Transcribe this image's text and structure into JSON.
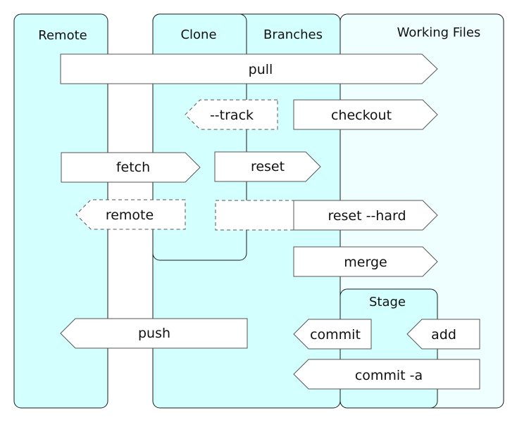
{
  "colors": {
    "remote_fill": "#d4ffff",
    "clone_fill": "#d4ffff",
    "branches_fill": "#d4ffff",
    "working_fill": "#efffff",
    "stage_fill": "#d4ffff",
    "arrow_fill": "#ffffff",
    "arrow_stroke": "#555555",
    "lane_stroke": "#1a1a1a"
  },
  "lanes": {
    "remote": "Remote",
    "clone": "Clone",
    "branches": "Branches",
    "working_files": "Working Files",
    "stage": "Stage"
  },
  "commands": {
    "pull": "pull",
    "track": "--track",
    "checkout": "checkout",
    "fetch": "fetch",
    "reset": "reset",
    "remote": "remote",
    "reset_hard": "reset --hard",
    "merge": "merge",
    "push": "push",
    "commit": "commit",
    "add": "add",
    "commit_a": "commit -a"
  }
}
